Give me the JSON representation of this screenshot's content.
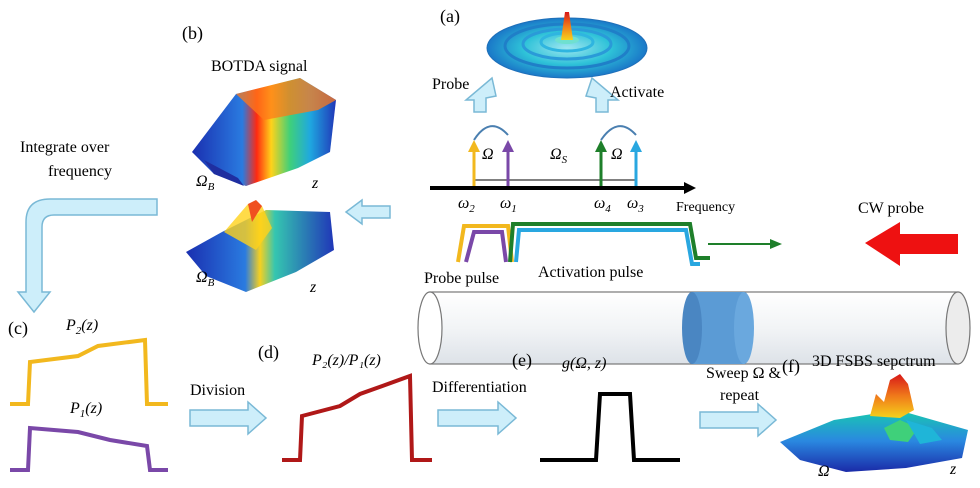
{
  "panels": {
    "a": "(a)",
    "b": "(b)",
    "c": "(c)",
    "d": "(d)",
    "e": "(e)",
    "f": "(f)"
  },
  "labels": {
    "botda_signal": "BOTDA signal",
    "integrate_line1": "Integrate over",
    "integrate_line2": "frequency",
    "probe": "Probe",
    "activate": "Activate",
    "frequency": "Frequency",
    "cw_probe": "CW probe",
    "probe_pulse": "Probe pulse",
    "activation_pulse": "Activation pulse",
    "division": "Division",
    "differentiation": "Differentiation",
    "sweep_line1": "Sweep Ω &",
    "sweep_line2": "repeat",
    "spectrum_3d": "3D FSBS sepctrum"
  },
  "symbols": {
    "omega": "Ω",
    "omega_s": "Ω",
    "omega_s_sub": "S",
    "omega_b": "Ω",
    "omega_b_sub": "B",
    "w1": "ω",
    "w1_sub": "1",
    "w2": "ω",
    "w2_sub": "2",
    "w3": "ω",
    "w3_sub": "3",
    "w4": "ω",
    "w4_sub": "4",
    "z": "z",
    "p2_main": "P",
    "p2_sub": "2",
    "p2_arg": "(z)",
    "p1_main": "P",
    "p1_sub": "1",
    "p1_arg": "(z)",
    "ratio": "P₂(z)/P₁(z)",
    "gain": "g(Ω, z)"
  },
  "colors": {
    "arrow_fill": "#cdeefa",
    "arrow_stroke": "#7ab9d6",
    "yellow": "#f2b81e",
    "purple": "#7a48a8",
    "green": "#1e7f2a",
    "blue": "#29a7e0",
    "red_trace": "#b01818",
    "cw_arrow": "#ee1111",
    "fiber_core": "#5b9bd5"
  }
}
